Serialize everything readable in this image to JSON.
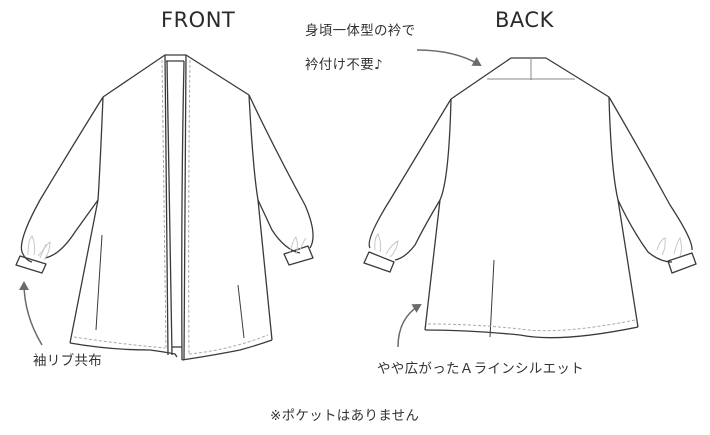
{
  "views": {
    "front": {
      "title": "FRONT"
    },
    "back": {
      "title": "BACK"
    }
  },
  "annotations": {
    "collar_line1": "身頃一体型の衿で",
    "collar_line2": "衿付け不要♪",
    "cuff": "袖リブ共布",
    "silhouette": "やや広がったＡラインシルエット",
    "footnote": "※ポケットはありません"
  },
  "colors": {
    "outline": "#3a3a3a",
    "stitch": "#aaaaaa",
    "gather": "#c8c8c8",
    "arrow": "#6b6b6b"
  }
}
